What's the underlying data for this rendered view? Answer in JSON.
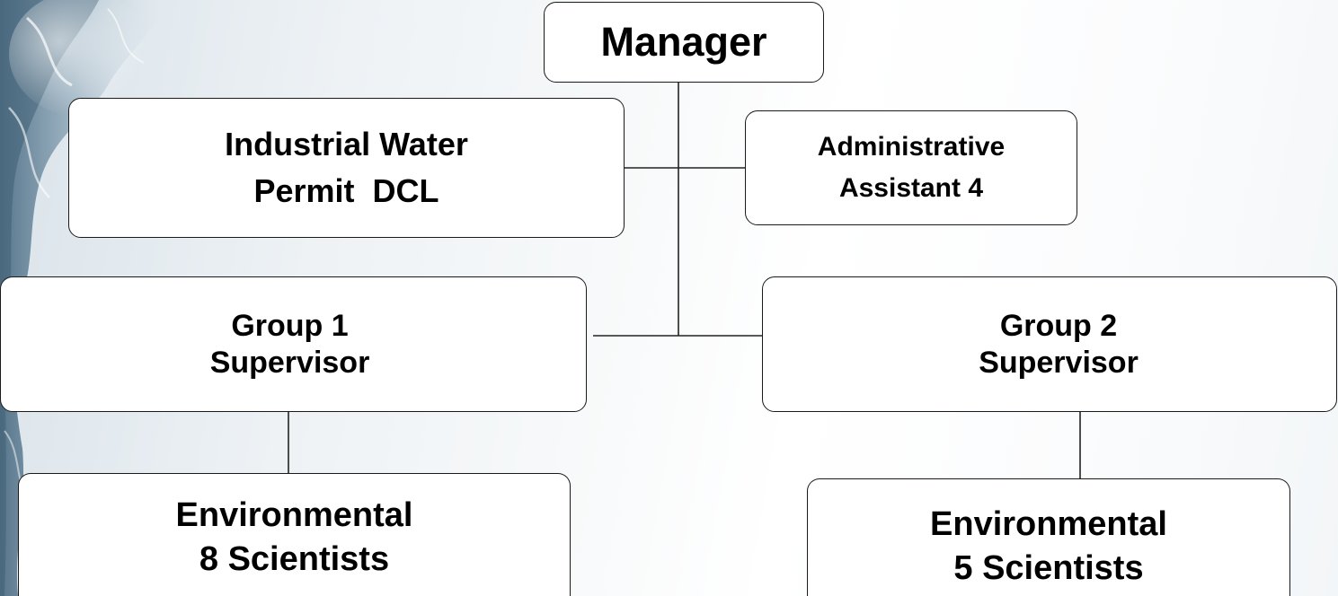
{
  "org_chart": {
    "manager": {
      "line1": "Manager"
    },
    "industrial_water": {
      "line1": "Industrial Water",
      "line2": "Permit  DCL"
    },
    "admin_assistant": {
      "line1": "Administrative",
      "line2": "Assistant 4"
    },
    "group1_supervisor": {
      "line1": "Group 1",
      "line2": "Supervisor"
    },
    "group2_supervisor": {
      "line1": "Group 2",
      "line2": "Supervisor"
    },
    "group1_staff": {
      "line1": "Environmental",
      "line2": "8 Scientists"
    },
    "group2_staff": {
      "line1": "Environmental",
      "line2": "5 Scientists"
    }
  },
  "colors": {
    "box_fill": "#ffffff",
    "box_border": "#1a1a1a",
    "text": "#000000",
    "connector": "#222222",
    "background_water": "#6f8fa6"
  }
}
